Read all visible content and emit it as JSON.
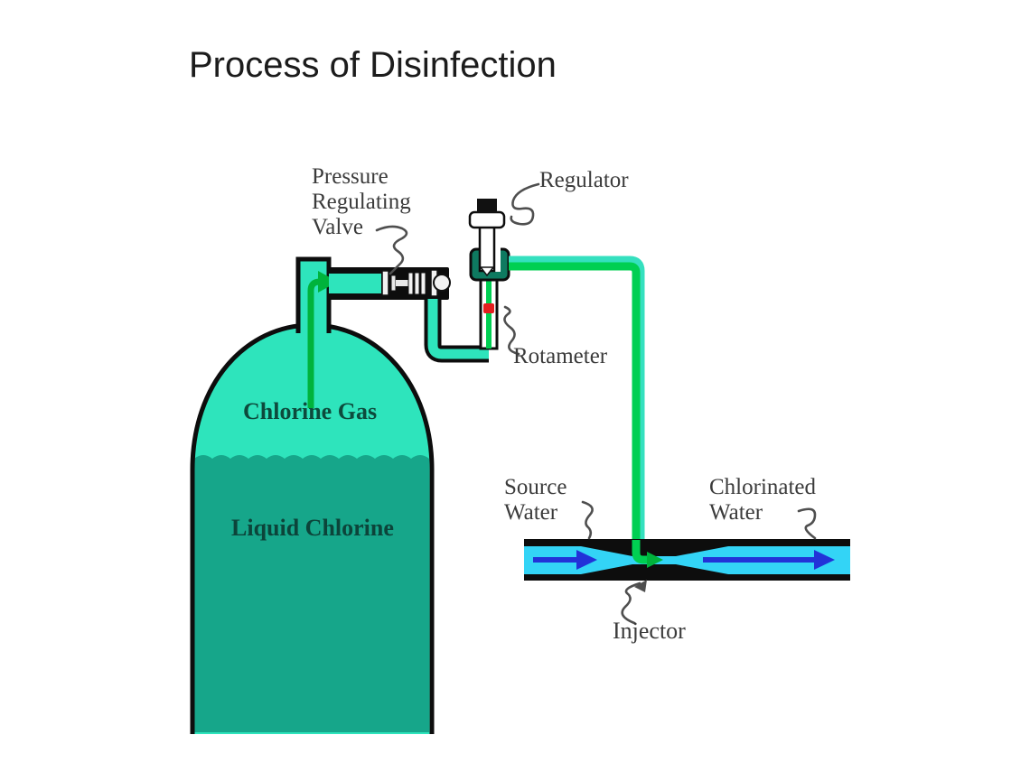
{
  "slide": {
    "title": "Process of Disinfection"
  },
  "diagram": {
    "labels": {
      "pressure_regulating_valve": "Pressure\nRegulating\nValve",
      "regulator": "Regulator",
      "rotameter": "Rotameter",
      "chlorine_gas": "Chlorine Gas",
      "liquid_chlorine": "Liquid Chlorine",
      "source_water": "Source\nWater",
      "chlorinated_water": "Chlorinated\nWater",
      "injector": "Injector"
    },
    "colors": {
      "chlorine_gas_fill": "#2ee4bc",
      "liquid_chlorine_fill": "#16a68a",
      "pipe_green": "#00cf52",
      "pipe_teal_edge": "#35e0bf",
      "flow_arrow_green": "#00b33c",
      "water_cyan": "#33d4f6",
      "water_arrow_blue": "#2232d8",
      "rotameter_float_red": "#e31e1e",
      "regulator_fitting_teal": "#0e7a60",
      "outline_black": "#0d0d0d",
      "leader_gray": "#4f4f4f"
    }
  }
}
